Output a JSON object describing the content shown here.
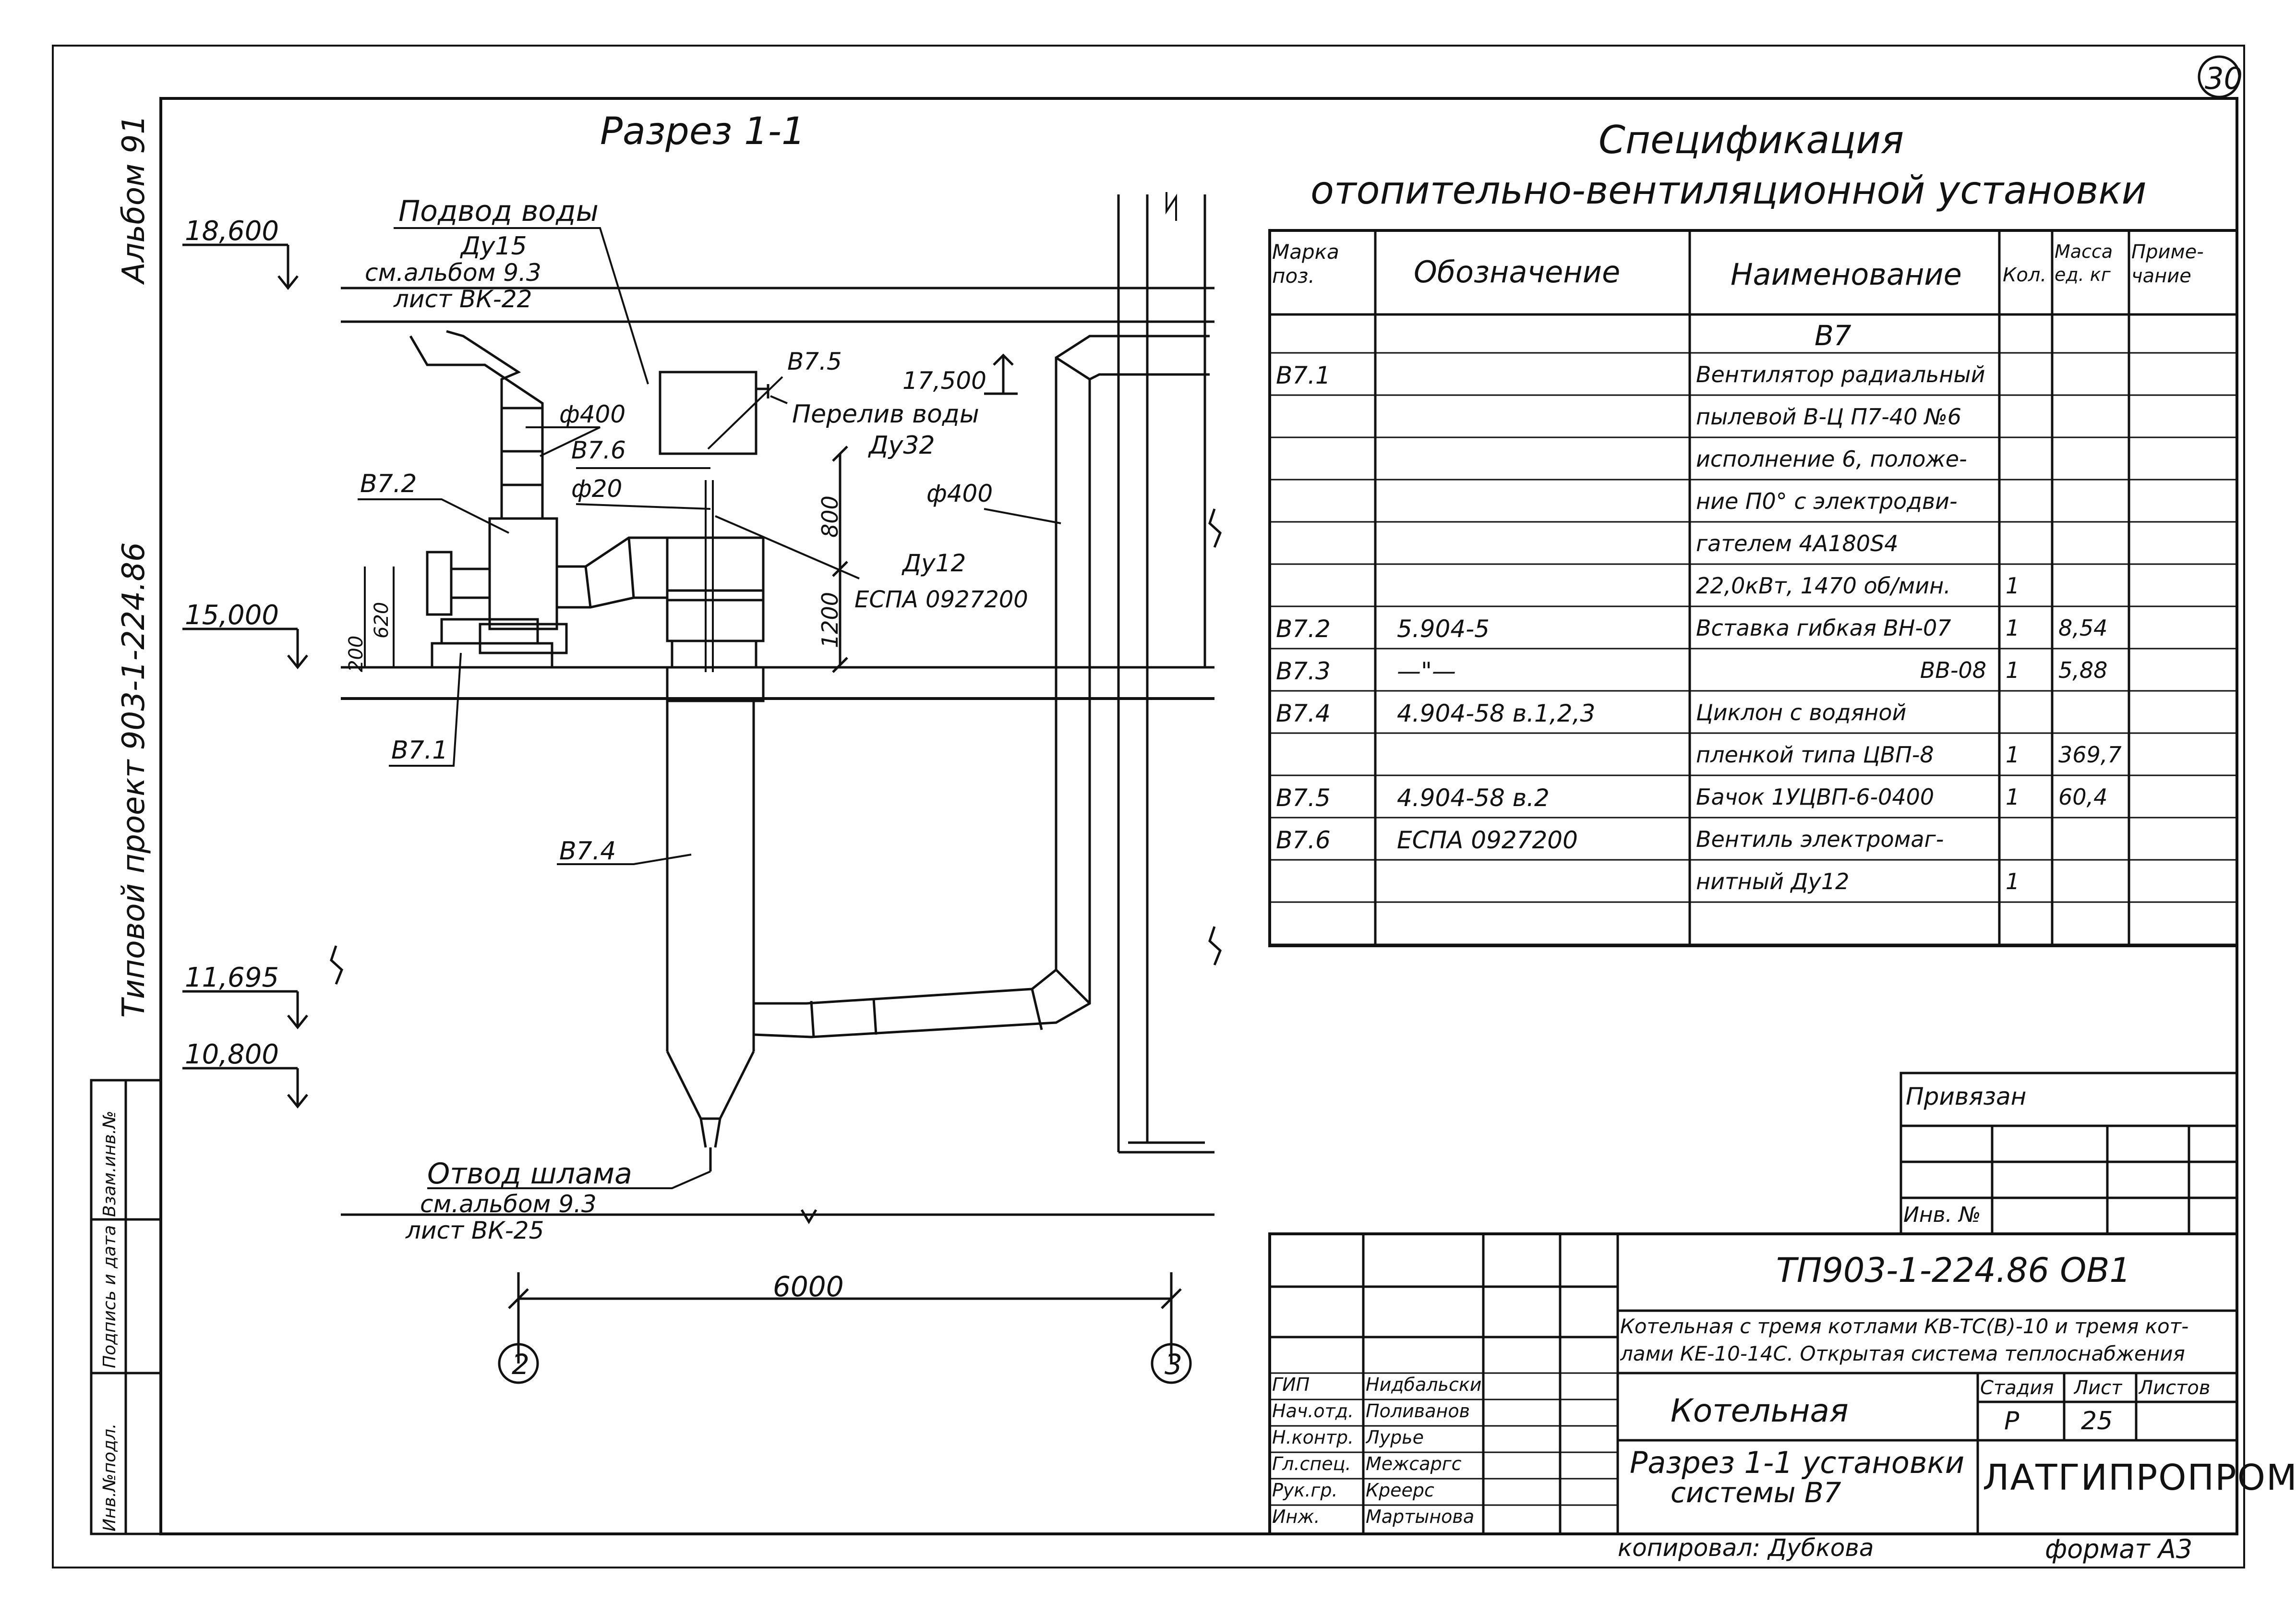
{
  "sheet_number": "30",
  "album_side": "Альбом 91",
  "project_side": "Типовой проект 903-1-224.86",
  "section_title": "Разрез 1-1",
  "elevations": [
    "18,600",
    "15,000",
    "11,695",
    "10,800"
  ],
  "labels": {
    "water_supply": "Подвод воды",
    "water_supply_dn": "Ду15",
    "water_supply_ref1": "см.альбом 9.3",
    "water_supply_ref2": "лист ВК-22",
    "b75": "В7.5",
    "overflow": "Перелив воды",
    "overflow_dn": "Ду32",
    "elev_17500": "17,500",
    "d400_a": "ф400",
    "b76": "В7.6",
    "d20": "ф20",
    "b72": "В7.2",
    "d400_b": "ф400",
    "dim_800": "800",
    "dim_1200": "1200",
    "dn12": "Ду12",
    "espa": "ЕСПА 0927200",
    "dim_200": "200",
    "dim_620": "620",
    "b71": "В7.1",
    "b74": "В7.4",
    "sludge": "Отвод шлама",
    "sludge_ref1": "см.альбом 9.3",
    "sludge_ref2": "лист ВК-25",
    "dim_6000": "6000",
    "axis_2": "2",
    "axis_3": "3"
  },
  "spec": {
    "title1": "Спецификация",
    "title2": "отопительно-вентиляционной установки",
    "headers": [
      "Марка поз.",
      "Обозначение",
      "Наименование",
      "Кол.",
      "Масса ед. кг",
      "Приме-чание"
    ],
    "group": "В7",
    "rows": [
      [
        "В7.1",
        "",
        "Вентилятор радиальный",
        "",
        "",
        ""
      ],
      [
        "",
        "",
        "пылевой В-Ц П7-40 №6",
        "",
        "",
        ""
      ],
      [
        "",
        "",
        "исполнение 6, положе-",
        "",
        "",
        ""
      ],
      [
        "",
        "",
        "ние П0° с электродви-",
        "",
        "",
        ""
      ],
      [
        "",
        "",
        "гателем 4А180S4",
        "",
        "",
        ""
      ],
      [
        "",
        "",
        "22,0кВт, 1470 об/мин.",
        "1",
        "",
        ""
      ],
      [
        "В7.2",
        "5.904-5",
        "Вставка гибкая ВН-07",
        "1",
        "8,54",
        ""
      ],
      [
        "В7.3",
        "—\"—",
        "ВВ-08",
        "1",
        "5,88",
        ""
      ],
      [
        "В7.4",
        "4.904-58 в.1,2,3",
        "Циклон с водяной",
        "",
        "",
        ""
      ],
      [
        "",
        "",
        "пленкой типа ЦВП-8",
        "1",
        "369,7",
        ""
      ],
      [
        "В7.5",
        "4.904-58 в.2",
        "Бачок 1УЦВП-6-0400",
        "1",
        "60,4",
        ""
      ],
      [
        "В7.6",
        "ЕСПА 0927200",
        "Вентиль электромаг-",
        "",
        "",
        ""
      ],
      [
        "",
        "",
        "нитный Ду12",
        "1",
        "",
        ""
      ],
      [
        "",
        "",
        "",
        "",
        "",
        ""
      ]
    ]
  },
  "binding": {
    "title": "Привязан",
    "inv": "Инв. №"
  },
  "stamp": {
    "code": "ТП903-1-224.86 ОВ1",
    "desc1": "Котельная с тремя котлами КВ-ТС(В)-10 и тремя кот-",
    "desc2": "лами КЕ-10-14С. Открытая система теплоснабжения",
    "object": "Котельная",
    "stage_h": "Стадия",
    "sheet_h": "Лист",
    "sheets_h": "Листов",
    "stage": "Р",
    "sheet": "25",
    "sheet_title1": "Разрез 1-1 установки",
    "sheet_title2": "системы В7",
    "org": "ЛАТГИПРОПРОМ",
    "people": [
      [
        "ГИП",
        "Нидбальский"
      ],
      [
        "Нач.отд.",
        "Поливанов"
      ],
      [
        "Н.контр.",
        "Лурье"
      ],
      [
        "Гл.спец.",
        "Межсаргс"
      ],
      [
        "Рук.гр.",
        "Креерс"
      ],
      [
        "Инж.",
        "Мартынова"
      ]
    ]
  },
  "side_stamp": [
    "Инв.№подл.",
    "Подпись и дата",
    "Взам.инв.№"
  ],
  "copied": "копировал: Дубкова",
  "format": "формат А3"
}
